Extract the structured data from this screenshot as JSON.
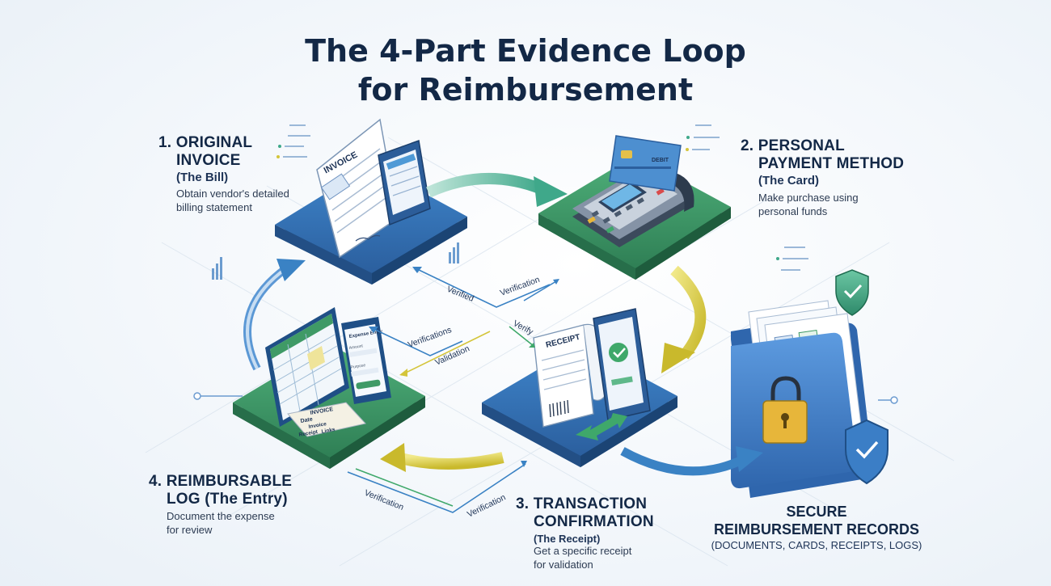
{
  "title": {
    "line1": "The 4-Part Evidence Loop",
    "line2": "for Reimbursement"
  },
  "steps": [
    {
      "title_line1": "1. ORIGINAL",
      "title_line2": "INVOICE",
      "subtitle": "(The Bill)",
      "desc_line1": "Obtain vendor's detailed",
      "desc_line2": "billing statement",
      "icon": "invoice-icon"
    },
    {
      "title_line1": "2. PERSONAL",
      "title_line2": "PAYMENT METHOD",
      "subtitle": "(The Card)",
      "desc_line1": "Make purchase using",
      "desc_line2": "personal funds",
      "icon": "card-terminal-icon"
    },
    {
      "title_line1": "3. TRANSACTION",
      "title_line2": "CONFIRMATION",
      "subtitle": "(The Receipt)",
      "desc_line1": "Get a specific receipt",
      "desc_line2": "for validation",
      "icon": "receipt-icon"
    },
    {
      "title_line1": "4. REIMBURSABLE",
      "title_line2": "LOG (The Entry)",
      "subtitle": "",
      "desc_line1": "Document the expense",
      "desc_line2": "for review",
      "icon": "spreadsheet-icon"
    }
  ],
  "secure": {
    "title_line1": "SECURE",
    "title_line2": "REIMBURSEMENT RECORDS",
    "subtitle": "(DOCUMENTS, CARDS, RECEIPTS, LOGS)",
    "icon": "locked-folder-icon"
  },
  "flow_labels": {
    "verified": "Verified",
    "verification_top": "Verification",
    "verifications": "Verifications",
    "verify": "Verify",
    "validation": "Validation",
    "verification_bottom_left": "Verification",
    "verification_bottom_right": "Verification"
  },
  "doc_labels": {
    "invoice": "INVOICE",
    "debit": "DEBIT",
    "receipt": "RECEIPT",
    "expense_entry": "Expense Entry",
    "amount": "Amount",
    "purpose": "Purpose",
    "tag_invoice": "INVOICE",
    "tag_date": "Date",
    "tag_invoice2": "Invoice",
    "tag_receipt": "Receipt",
    "tag_links": "Links"
  },
  "colors": {
    "blue_platform": "#2f6fb3",
    "green_platform": "#3f9a66",
    "arrow_green": "#3fa88a",
    "arrow_yellow": "#d4c53a",
    "arrow_blue": "#3a82c4",
    "title": "#132846"
  }
}
